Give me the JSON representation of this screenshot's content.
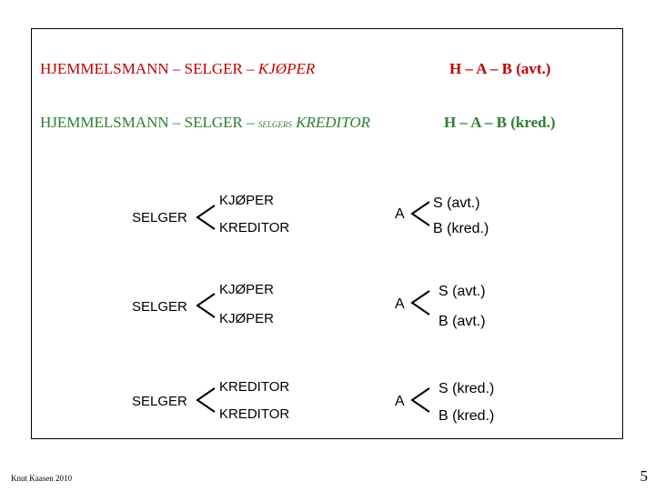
{
  "line1": {
    "prefix": "HJEMMELSMANN – SELGER – ",
    "italic": "KJØPER",
    "formula": "H – A – B (avt.)"
  },
  "line2": {
    "prefix": "HJEMMELSMANN – SELGER – ",
    "small": "SELGERS",
    "italic": " KREDITOR",
    "formula": "H – A – B (kred.)"
  },
  "rows": [
    {
      "left": "SELGER",
      "top": "KJØPER",
      "bottom": "KREDITOR",
      "a": "A",
      "r_top": "S (avt.)",
      "r_bottom": "B (kred.)"
    },
    {
      "left": "SELGER",
      "top": "KJØPER",
      "bottom": "KJØPER",
      "a": "A",
      "r_top": "S (avt.)",
      "r_bottom": "B (avt.)"
    },
    {
      "left": "SELGER",
      "top": "KREDITOR",
      "bottom": "KREDITOR",
      "a": "A",
      "r_top": "S (kred.)",
      "r_bottom": "B (kred.)"
    }
  ],
  "footer": "Knut Kaasen 2010",
  "page_number": "5",
  "colors": {
    "red": "#c00000",
    "green": "#2e7d32"
  }
}
